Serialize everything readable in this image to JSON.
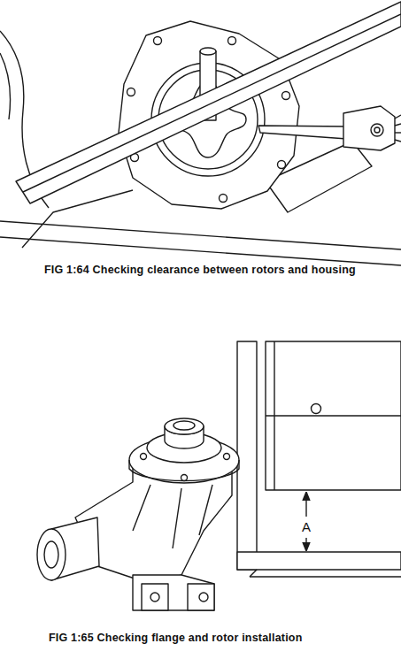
{
  "diagram": {
    "labels": [
      "FIG 1:64 Checking clearance between rotors and housing",
      "A",
      "FIG 1:65 Checking flange and rotor installation"
    ]
  }
}
